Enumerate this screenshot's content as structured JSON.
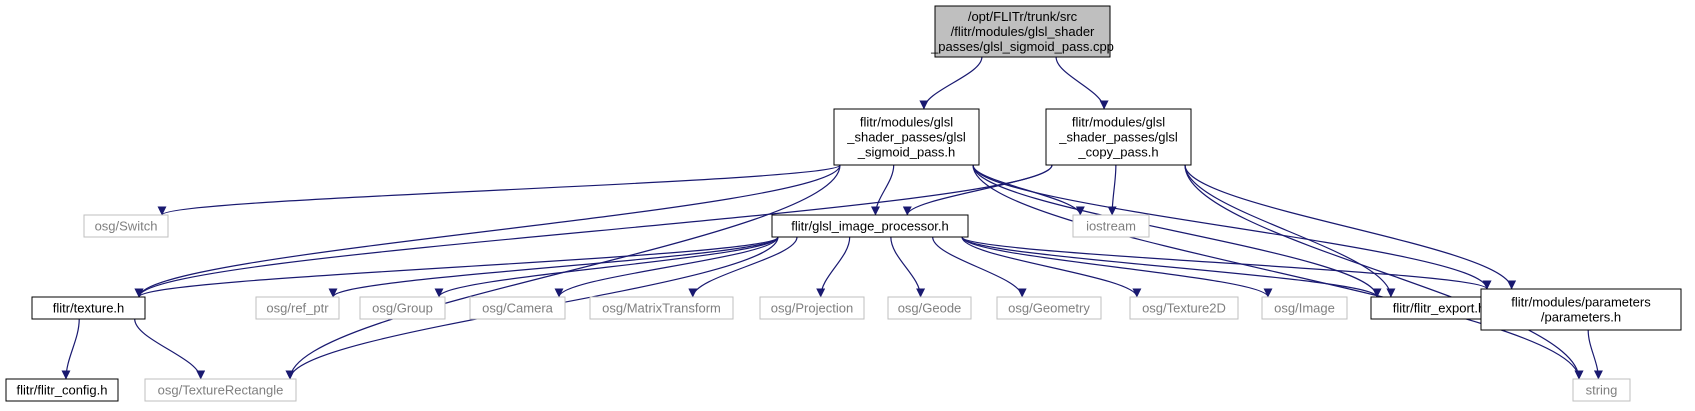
{
  "graph": {
    "colors": {
      "edge": "#191970",
      "root_fill": "#bfbfbf",
      "node_stroke": "#000000",
      "external_stroke": "#bfbfbf",
      "node_text": "#000000",
      "external_text": "#7f7f7f",
      "background": "#ffffff"
    },
    "nodes": [
      {
        "id": "root",
        "kind": "root",
        "lines": [
          "/opt/FLITr/trunk/src",
          "/flitr/modules/glsl_shader",
          "_passes/glsl_sigmoid_pass.cpp"
        ]
      },
      {
        "id": "sigmoid_h",
        "kind": "local",
        "lines": [
          "flitr/modules/glsl",
          "_shader_passes/glsl",
          "_sigmoid_pass.h"
        ]
      },
      {
        "id": "copy_h",
        "kind": "local",
        "lines": [
          "flitr/modules/glsl",
          "_shader_passes/glsl",
          "_copy_pass.h"
        ]
      },
      {
        "id": "osg_switch",
        "kind": "external",
        "lines": [
          "osg/Switch"
        ]
      },
      {
        "id": "glsl_ip",
        "kind": "local",
        "lines": [
          "flitr/glsl_image_processor.h"
        ]
      },
      {
        "id": "iostream",
        "kind": "external",
        "lines": [
          "iostream"
        ]
      },
      {
        "id": "texture_h",
        "kind": "local",
        "lines": [
          "flitr/texture.h"
        ]
      },
      {
        "id": "ref_ptr",
        "kind": "external",
        "lines": [
          "osg/ref_ptr"
        ]
      },
      {
        "id": "group",
        "kind": "external",
        "lines": [
          "osg/Group"
        ]
      },
      {
        "id": "camera",
        "kind": "external",
        "lines": [
          "osg/Camera"
        ]
      },
      {
        "id": "mtransform",
        "kind": "external",
        "lines": [
          "osg/MatrixTransform"
        ]
      },
      {
        "id": "projection",
        "kind": "external",
        "lines": [
          "osg/Projection"
        ]
      },
      {
        "id": "geode",
        "kind": "external",
        "lines": [
          "osg/Geode"
        ]
      },
      {
        "id": "geometry",
        "kind": "external",
        "lines": [
          "osg/Geometry"
        ]
      },
      {
        "id": "texture2d",
        "kind": "external",
        "lines": [
          "osg/Texture2D"
        ]
      },
      {
        "id": "image",
        "kind": "external",
        "lines": [
          "osg/Image"
        ]
      },
      {
        "id": "flitr_export",
        "kind": "local",
        "lines": [
          "flitr/flitr_export.h"
        ]
      },
      {
        "id": "parameters",
        "kind": "local",
        "lines": [
          "flitr/modules/parameters",
          "/parameters.h"
        ]
      },
      {
        "id": "flitr_config",
        "kind": "local",
        "lines": [
          "flitr/flitr_config.h"
        ]
      },
      {
        "id": "texrect",
        "kind": "external",
        "lines": [
          "osg/TextureRectangle"
        ]
      },
      {
        "id": "string",
        "kind": "external",
        "lines": [
          "string"
        ]
      }
    ],
    "edges": [
      [
        "root",
        "sigmoid_h"
      ],
      [
        "root",
        "copy_h"
      ],
      [
        "sigmoid_h",
        "osg_switch"
      ],
      [
        "sigmoid_h",
        "glsl_ip"
      ],
      [
        "sigmoid_h",
        "iostream"
      ],
      [
        "sigmoid_h",
        "texture_h"
      ],
      [
        "sigmoid_h",
        "flitr_export"
      ],
      [
        "sigmoid_h",
        "parameters"
      ],
      [
        "sigmoid_h",
        "texrect"
      ],
      [
        "sigmoid_h",
        "string"
      ],
      [
        "copy_h",
        "glsl_ip"
      ],
      [
        "copy_h",
        "iostream"
      ],
      [
        "copy_h",
        "texture_h"
      ],
      [
        "copy_h",
        "flitr_export"
      ],
      [
        "copy_h",
        "parameters"
      ],
      [
        "copy_h",
        "string"
      ],
      [
        "glsl_ip",
        "texture_h"
      ],
      [
        "glsl_ip",
        "ref_ptr"
      ],
      [
        "glsl_ip",
        "group"
      ],
      [
        "glsl_ip",
        "camera"
      ],
      [
        "glsl_ip",
        "mtransform"
      ],
      [
        "glsl_ip",
        "projection"
      ],
      [
        "glsl_ip",
        "geode"
      ],
      [
        "glsl_ip",
        "geometry"
      ],
      [
        "glsl_ip",
        "texture2d"
      ],
      [
        "glsl_ip",
        "image"
      ],
      [
        "glsl_ip",
        "flitr_export"
      ],
      [
        "glsl_ip",
        "parameters"
      ],
      [
        "glsl_ip",
        "texrect"
      ],
      [
        "texture_h",
        "flitr_config"
      ],
      [
        "texture_h",
        "texrect"
      ],
      [
        "parameters",
        "string"
      ]
    ]
  }
}
